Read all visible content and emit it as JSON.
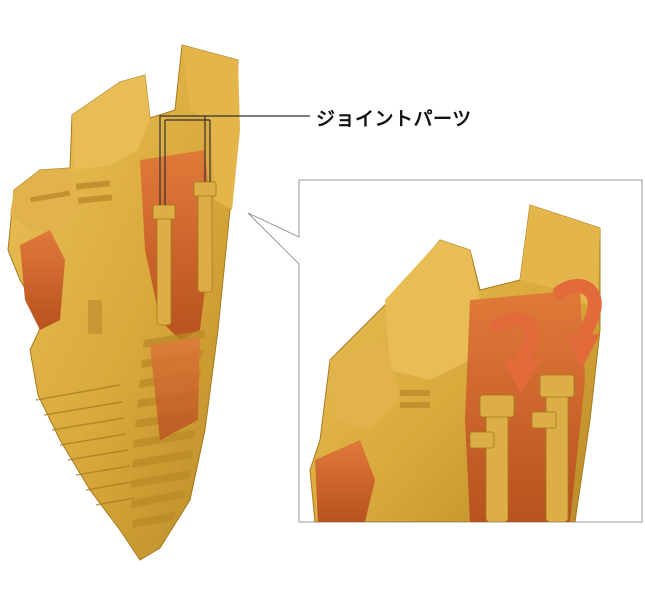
{
  "callout": {
    "label": "ジョイントパーツ"
  },
  "colors": {
    "plastic_yellow": "#d9a93c",
    "plastic_light": "#ecc25a",
    "plastic_shadow": "#b98a26",
    "inner_orange": "#d4652c",
    "arrow_orange": "#e36a3a",
    "frame_gray": "#9a9a9a",
    "leader_line": "#333333"
  },
  "arrows": {
    "count": 2,
    "direction": "curved-down"
  }
}
